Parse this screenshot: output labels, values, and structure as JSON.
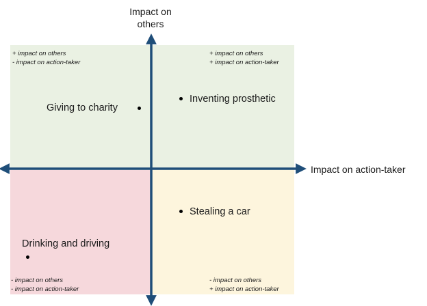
{
  "axes": {
    "y_title_line1": "Impact on",
    "y_title_line2": "others",
    "x_title": "Impact on action-taker",
    "color": "#1f4e79"
  },
  "quadrants": {
    "top_left": {
      "color": "#eaf1e3",
      "note_line1": "+ impact on others",
      "note_line2": "- impact on action-taker"
    },
    "top_right": {
      "color": "#eaf1e3",
      "note_line1": "+ impact on others",
      "note_line2": "+ impact on action-taker"
    },
    "bottom_left": {
      "color": "#f6d8dc",
      "note_line1": "- impact on others",
      "note_line2": "- impact on action-taker"
    },
    "bottom_right": {
      "color": "#fdf5dd",
      "note_line1": "- impact on others",
      "note_line2": "+ impact on action-taker"
    }
  },
  "examples": {
    "charity": "Giving to charity",
    "prosthetic": "Inventing prosthetic",
    "stealing": "Stealing a car",
    "drinking": "Drinking and driving"
  }
}
